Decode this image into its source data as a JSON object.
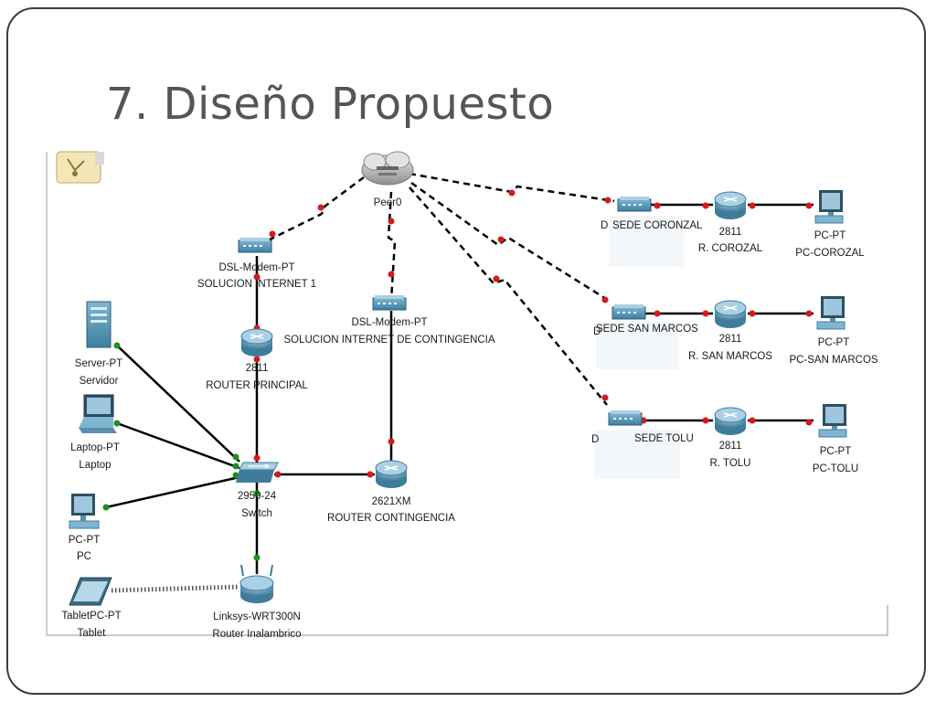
{
  "slide": {
    "title": "7. Diseño Propuesto"
  },
  "topology": {
    "cloud": {
      "name": "Peer0"
    },
    "dsl1": {
      "type": "DSL-Modem-PT",
      "name": "SOLUCION INTERNET 1"
    },
    "dsl2": {
      "type": "DSL-Modem-PT",
      "name": "SOLUCION INTERNET DE CONTINGENCIA"
    },
    "router_principal": {
      "type": "2811",
      "name": "ROUTER PRINCIPAL"
    },
    "router_contingencia": {
      "type": "2621XM",
      "name": "ROUTER CONTINGENCIA"
    },
    "switch": {
      "type": "2950-24",
      "name": "Switch"
    },
    "wireless_router": {
      "type": "Linksys-WRT300N",
      "name": "Router Inalambrico"
    },
    "server": {
      "type": "Server-PT",
      "name": "Servidor"
    },
    "laptop": {
      "type": "Laptop-PT",
      "name": "Laptop"
    },
    "pc": {
      "type": "PC-PT",
      "name": "PC"
    },
    "tablet": {
      "type": "TabletPC-PT",
      "name": "Tablet"
    },
    "sede_corozal": {
      "modem_prefix": "D",
      "modem_name": "SEDE CORONZAL",
      "router_type": "2811",
      "router_name": "R. COROZAL",
      "pc_type": "PC-PT",
      "pc_name": "PC-COROZAL"
    },
    "sede_sanmarcos": {
      "modem_prefix": "D",
      "modem_name": "SEDE SAN MARCOS",
      "router_type": "2811",
      "router_name": "R. SAN MARCOS",
      "pc_type": "PC-PT",
      "pc_name": "PC-SAN MARCOS"
    },
    "sede_tolu": {
      "modem_prefix": "D",
      "modem_name": "SEDE TOLU",
      "router_type": "2811",
      "router_name": "R. TOLU",
      "pc_type": "PC-PT",
      "pc_name": "PC-TOLU"
    }
  },
  "colors": {
    "link": "#000000",
    "port_down": "#d61a1a",
    "port_up": "#1e8f1e",
    "device": "#4f8fb0"
  }
}
